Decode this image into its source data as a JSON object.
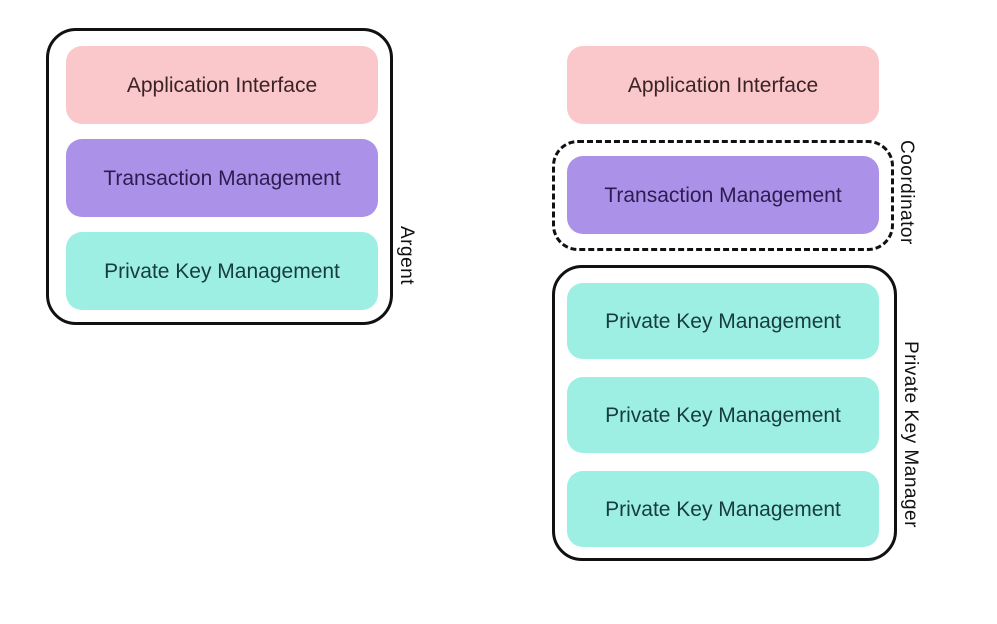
{
  "colors": {
    "pink": "#fac8ca",
    "purple": "#ab92e8",
    "teal": "#9defe3",
    "outline": "#111111",
    "pink_text": "#3a2326",
    "purple_text": "#2d1b52",
    "teal_text": "#173c3d",
    "label_text": "#111111"
  },
  "left_stack": {
    "group_label": "Argent",
    "boxes": [
      {
        "label": "Application Interface",
        "color": "#fac8ca"
      },
      {
        "label": "Transaction Management",
        "color": "#ab92e8"
      },
      {
        "label": "Private Key Management",
        "color": "#9defe3"
      }
    ]
  },
  "right_stack": {
    "application_box": {
      "label": "Application Interface",
      "color": "#fac8ca"
    },
    "coordinator_group": {
      "group_label": "Coordinator",
      "border_style": "dashed",
      "boxes": [
        {
          "label": "Transaction Management",
          "color": "#ab92e8"
        }
      ]
    },
    "key_manager_group": {
      "group_label": "Private Key Manager",
      "border_style": "solid",
      "boxes": [
        {
          "label": "Private Key Management",
          "color": "#9defe3"
        },
        {
          "label": "Private Key Management",
          "color": "#9defe3"
        },
        {
          "label": "Private Key Management",
          "color": "#9defe3"
        }
      ]
    }
  }
}
